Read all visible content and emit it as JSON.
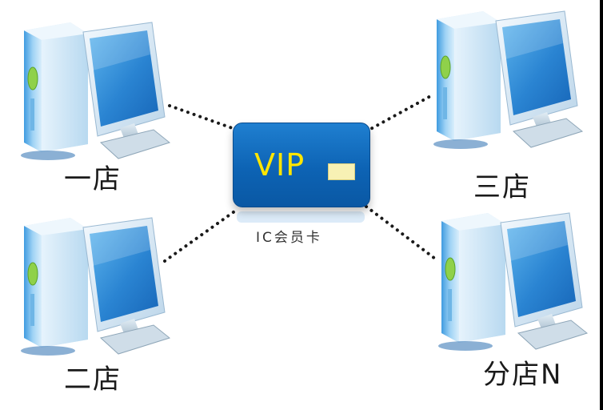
{
  "card": {
    "vip_text": "VIP",
    "caption": "IC会员卡"
  },
  "stores": {
    "store1": "一店",
    "store2": "二店",
    "store3": "三店",
    "storeN": "分店N"
  }
}
